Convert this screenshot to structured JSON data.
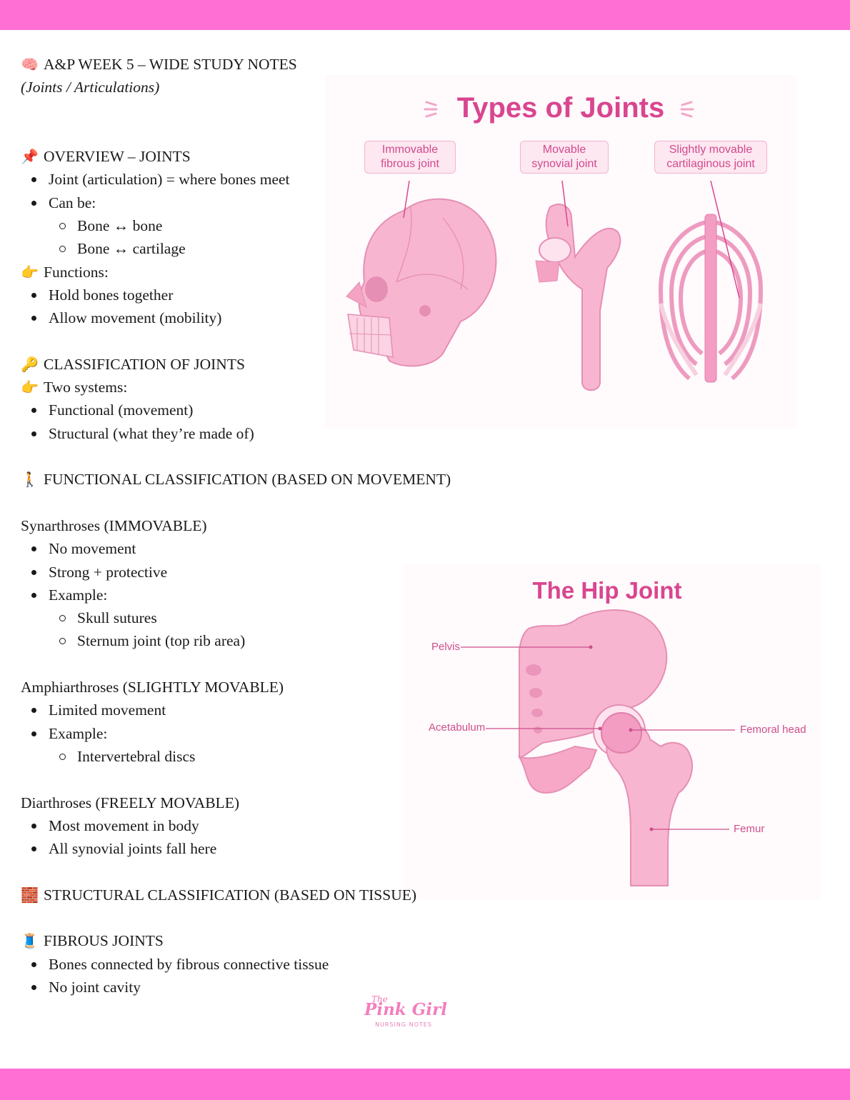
{
  "header": {
    "title": "A&P WEEK 5 – WIDE STUDY NOTES",
    "title_icon": "brain-icon",
    "subtitle": "(Joints / Articulations)"
  },
  "overview": {
    "heading": "OVERVIEW – JOINTS",
    "heading_icon": "pushpin-icon",
    "bullets": [
      "Joint (articulation) = where bones meet",
      "Can be:"
    ],
    "sub_bullets": [
      "Bone ↔ bone",
      "Bone ↔ cartilage"
    ],
    "functions_label": "Functions:",
    "functions_icon": "pointing-hand-icon",
    "functions": [
      "Hold bones together",
      "Allow movement (mobility)"
    ]
  },
  "classification": {
    "heading": "CLASSIFICATION OF JOINTS",
    "heading_icon": "key-icon",
    "systems_label": "Two systems:",
    "systems_icon": "pointing-hand-icon",
    "systems": [
      "Functional (movement)",
      "Structural (what they’re made of)"
    ]
  },
  "functional": {
    "heading": "FUNCTIONAL CLASSIFICATION (BASED ON MOVEMENT)",
    "heading_icon": "person-walking-icon",
    "synarthroses": {
      "title": "Synarthroses (IMMOVABLE)",
      "bullets": [
        "No movement",
        "Strong + protective",
        "Example:"
      ],
      "examples": [
        "Skull sutures",
        "Sternum joint (top rib area)"
      ]
    },
    "amphiarthroses": {
      "title": "Amphiarthroses (SLIGHTLY MOVABLE)",
      "bullets": [
        "Limited movement",
        "Example:"
      ],
      "examples": [
        "Intervertebral discs"
      ]
    },
    "diarthroses": {
      "title": "Diarthroses (FREELY MOVABLE)",
      "bullets": [
        "Most movement in body",
        "All synovial joints fall here"
      ]
    }
  },
  "structural": {
    "heading": "STRUCTURAL CLASSIFICATION (BASED ON TISSUE)",
    "heading_icon": "bricks-icon"
  },
  "fibrous": {
    "heading": "FIBROUS JOINTS",
    "heading_icon": "spool-of-thread-icon",
    "bullets": [
      "Bones connected by fibrous connective tissue",
      "No joint cavity"
    ]
  },
  "figure_types": {
    "title": "Types of Joints",
    "labels": [
      {
        "line1": "Immovable",
        "line2": "fibrous joint"
      },
      {
        "line1": "Movable",
        "line2": "synovial joint"
      },
      {
        "line1": "Slightly movable",
        "line2": "cartilaginous joint"
      }
    ]
  },
  "figure_hip": {
    "title": "The Hip Joint",
    "labels": {
      "pelvis": "Pelvis",
      "acetabulum": "Acetabulum",
      "femoral_head": "Femoral head",
      "femur": "Femur"
    }
  },
  "logo": {
    "the": "The",
    "main": "Pink Girl",
    "sub": "NURSING NOTES"
  },
  "colors": {
    "band": "#ff6fd4",
    "figure_title": "#d9468f",
    "bone": "#f7aecb",
    "bone_dark": "#e88ab2"
  }
}
